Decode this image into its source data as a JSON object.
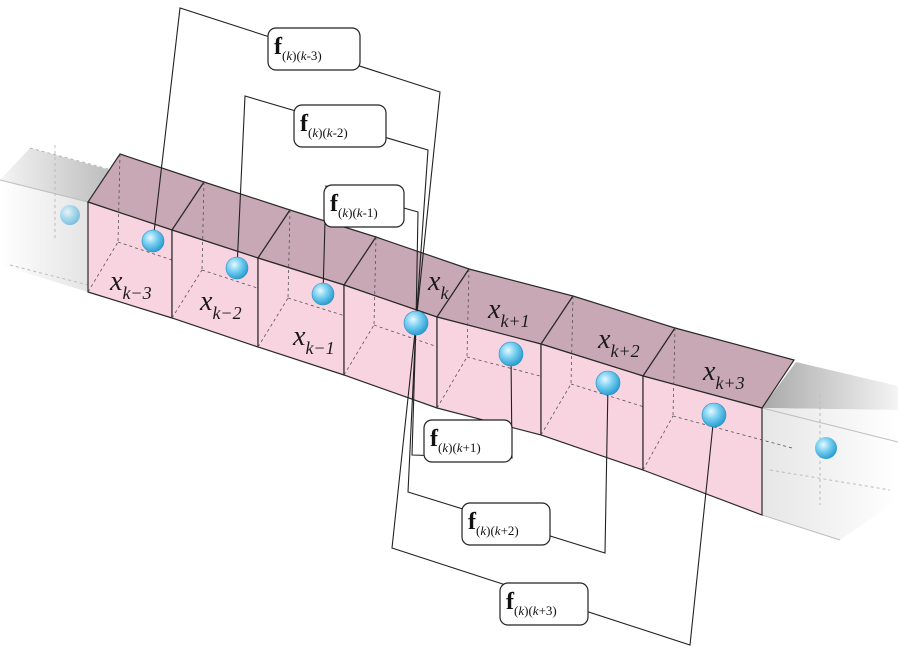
{
  "colors": {
    "cell_front": "#f8d3e0",
    "cell_top": "#c9a8b5",
    "cell_edge": "#2a2a2a",
    "ghost_front": "#f1f1f1",
    "ghost_top": "#c9c9c9",
    "ghost_edge": "#9a9a9a",
    "particle": "#5cc3ea",
    "particle_highlight": "#e8f8ff",
    "wire": "#222222"
  },
  "particle_icon": "sphere-particle-icon",
  "cells": [
    {
      "id": "km3",
      "letter": "x",
      "sub": "k−3"
    },
    {
      "id": "km2",
      "letter": "x",
      "sub": "k−2"
    },
    {
      "id": "km1",
      "letter": "x",
      "sub": "k−1"
    },
    {
      "id": "k",
      "letter": "x",
      "sub": "k"
    },
    {
      "id": "kp1",
      "letter": "x",
      "sub": "k+1"
    },
    {
      "id": "kp2",
      "letter": "x",
      "sub": "k+2"
    },
    {
      "id": "kp3",
      "letter": "x",
      "sub": "k+3"
    }
  ],
  "forces": [
    {
      "id": "km3",
      "symbol": "f",
      "open": "(",
      "i": "k",
      "mid": ")(",
      "j": "k",
      "offset": "-3",
      "close": ")"
    },
    {
      "id": "km2",
      "symbol": "f",
      "open": "(",
      "i": "k",
      "mid": ")(",
      "j": "k",
      "offset": "-2",
      "close": ")"
    },
    {
      "id": "km1",
      "symbol": "f",
      "open": "(",
      "i": "k",
      "mid": ")(",
      "j": "k",
      "offset": "-1",
      "close": ")"
    },
    {
      "id": "kp1",
      "symbol": "f",
      "open": "(",
      "i": "k",
      "mid": ")(",
      "j": "k",
      "offset": "+1",
      "close": ")"
    },
    {
      "id": "kp2",
      "symbol": "f",
      "open": "(",
      "i": "k",
      "mid": ")(",
      "j": "k",
      "offset": "+2",
      "close": ")"
    },
    {
      "id": "kp3",
      "symbol": "f",
      "open": "(",
      "i": "k",
      "mid": ")(",
      "j": "k",
      "offset": "+3",
      "close": ")"
    }
  ]
}
